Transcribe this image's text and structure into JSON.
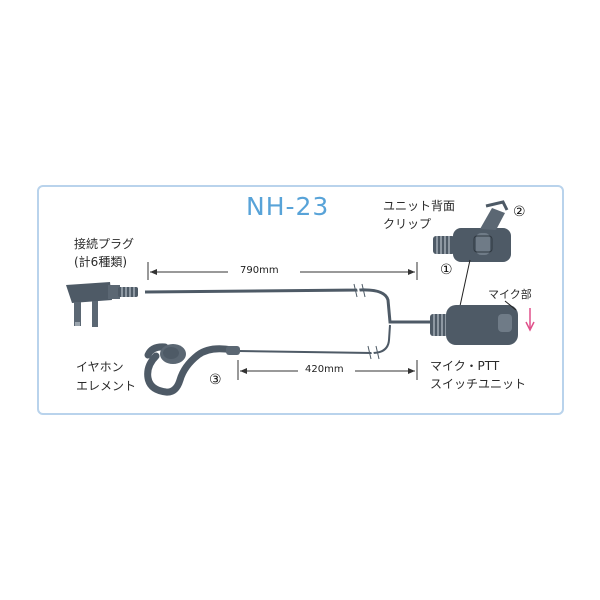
{
  "title": "NH-23",
  "labels": {
    "plug_line1": "接続プラグ",
    "plug_line2": "(計6種類)",
    "clip_line1": "ユニット背面",
    "clip_line2": "クリップ",
    "mic": "マイク部",
    "earphone_line1": "イヤホン",
    "earphone_line2": "エレメント",
    "ptt_line1": "マイク・PTT",
    "ptt_line2": "スイッチユニット"
  },
  "numbers": {
    "one": "①",
    "two": "②",
    "three": "③"
  },
  "dimensions": {
    "long": "790mm",
    "short": "420mm"
  },
  "colors": {
    "title": "#58a3d8",
    "frame": "#b9d3ec",
    "device": "#4e5a66",
    "accent": "#e0508a"
  }
}
